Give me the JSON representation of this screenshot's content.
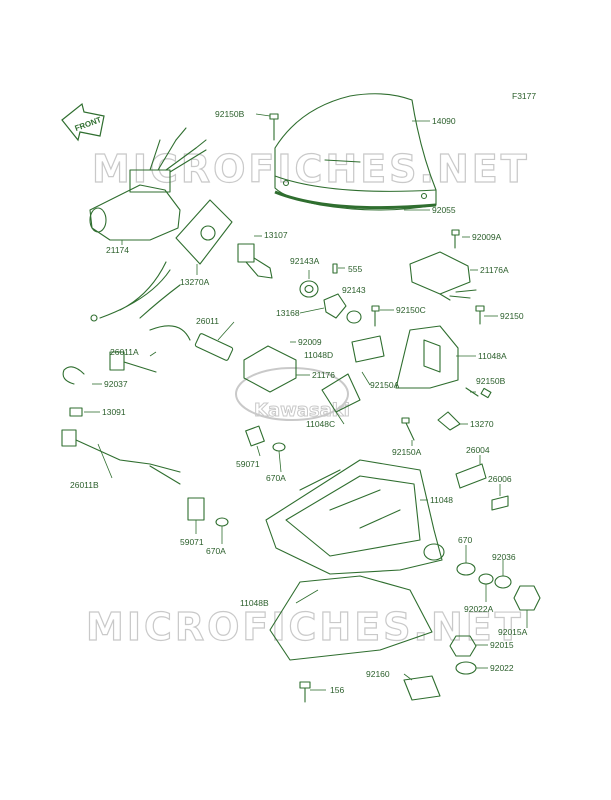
{
  "figure_id": "F3177",
  "front_label": "FRONT",
  "watermark_text": "MICROFICHES.NET",
  "logo_text": "Kawasaki",
  "colors": {
    "line": "#2f6e2f",
    "label": "#2a5e2a",
    "watermark": "#c9c9c9"
  },
  "parts": {
    "p92150B_top": "92150B",
    "p14090": "14090",
    "p92055": "92055",
    "p21174": "21174",
    "p13107": "13107",
    "p13270A": "13270A",
    "p92143A": "92143A",
    "p555": "555",
    "p92009A": "92009A",
    "p21176A": "21176A",
    "p92143": "92143",
    "p92150C": "92150C",
    "p92150": "92150",
    "p13168": "13168",
    "p26011": "26011",
    "p92009": "92009",
    "p11048D": "11048D",
    "p11048A": "11048A",
    "p26011A": "26011A",
    "p21176": "21176",
    "p92150A_mid": "92150A",
    "p92150B_right": "92150B",
    "p92037": "92037",
    "p13091": "13091",
    "p11048C": "11048C",
    "p13270": "13270",
    "p59071_a": "59071",
    "p670A_a": "670A",
    "p92150A_low": "92150A",
    "p26004": "26004",
    "p26011B": "26011B",
    "p11048": "11048",
    "p26006": "26006",
    "p59071_b": "59071",
    "p670A_b": "670A",
    "p670": "670",
    "p92036": "92036",
    "p11048B": "11048B",
    "p92022A": "92022A",
    "p92015A": "92015A",
    "p92015": "92015",
    "p92160": "92160",
    "p92022": "92022",
    "p156": "156"
  }
}
